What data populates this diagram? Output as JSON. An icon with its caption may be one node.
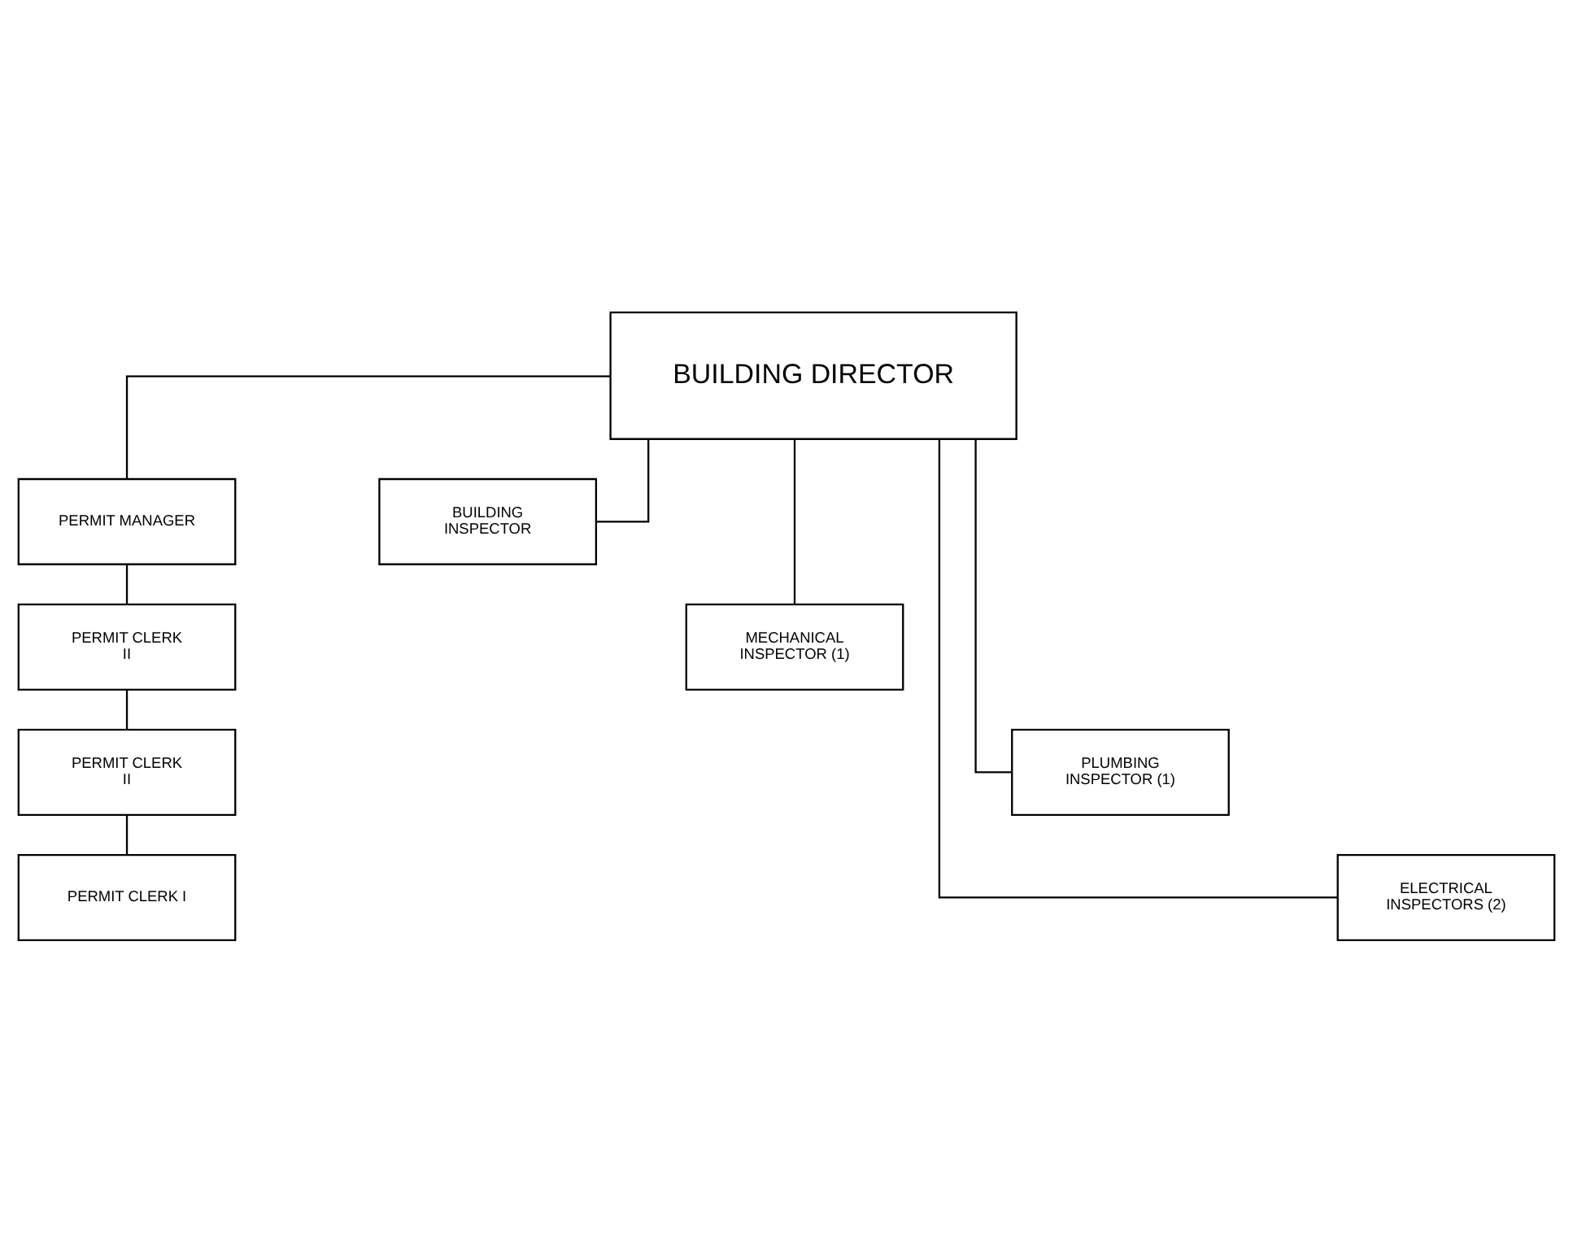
{
  "diagram": {
    "nodes": [
      {
        "text": [
          "BUILDING DIRECTOR"
        ]
      },
      {
        "text": [
          "PERMIT MANAGER"
        ]
      },
      {
        "text": [
          "BUILDING INSPECTOR"
        ]
      },
      {
        "text": [
          "PERMIT CLERK II"
        ]
      },
      {
        "text": [
          "MECHANICAL INSPECTOR (1)"
        ]
      },
      {
        "text": [
          "PERMIT CLERK II"
        ]
      },
      {
        "text": [
          "PLUMBING INSPECTOR (1)"
        ]
      },
      {
        "text": [
          "PERMIT CLERK I"
        ]
      },
      {
        "text": [
          "ELECTRICAL INSPECTORS (2)"
        ]
      }
    ],
    "edges": [
      {
        "from": 0,
        "to": 1,
        "arrow": "none"
      },
      {
        "from": 0,
        "to": 2,
        "arrow": "none"
      },
      {
        "from": 0,
        "to": 4,
        "arrow": "none"
      },
      {
        "from": 0,
        "to": 6,
        "arrow": "none"
      },
      {
        "from": 0,
        "to": 8,
        "arrow": "none"
      },
      {
        "from": 1,
        "to": 3,
        "arrow": "none"
      },
      {
        "from": 3,
        "to": 5,
        "arrow": "none"
      },
      {
        "from": 5,
        "to": 7,
        "arrow": "none"
      }
    ]
  }
}
